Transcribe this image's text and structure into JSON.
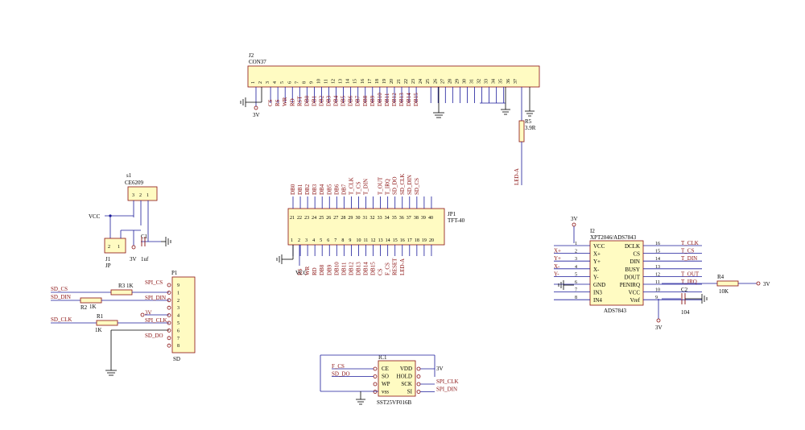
{
  "schematic": {
    "j2": {
      "ref": "J2",
      "type": "CON37",
      "pins": [
        "1",
        "2",
        "3",
        "4",
        "5",
        "6",
        "7",
        "8",
        "9",
        "10",
        "11",
        "12",
        "13",
        "14",
        "15",
        "16",
        "17",
        "18",
        "19",
        "20",
        "21",
        "22",
        "23",
        "24",
        "25",
        "26",
        "27",
        "28",
        "29",
        "30",
        "31",
        "32",
        "33",
        "34",
        "35",
        "36",
        "37"
      ],
      "signals": [
        "",
        "",
        "CS",
        "RS",
        "WR",
        "RD",
        "RST",
        "DB0",
        "DB1",
        "DB2",
        "DB3",
        "DB4",
        "DB5",
        "DB6",
        "DB7",
        "DB8",
        "DB9",
        "DB10",
        "DB11",
        "DB12",
        "DB13",
        "DB14",
        "DB15",
        "",
        "",
        "",
        "",
        "",
        "",
        "",
        "",
        "",
        "",
        "",
        "",
        "",
        ""
      ],
      "supply_3v": "3V"
    },
    "r5": {
      "ref": "R5",
      "value": "3.9R",
      "net": "LED-A"
    },
    "s1": {
      "ref": "s1",
      "type": "CE6209",
      "pins": [
        "3",
        "2",
        "1"
      ]
    },
    "j1": {
      "ref": "J1",
      "type": "JP",
      "pins": [
        "2",
        "1"
      ],
      "vcc": "VCC",
      "supply_3v": "3V"
    },
    "c1": {
      "ref": "C1",
      "value": "1uf"
    },
    "jp1": {
      "ref": "JP1",
      "type": "TFT-40",
      "top_pins": [
        "21",
        "22",
        "23",
        "24",
        "25",
        "26",
        "27",
        "28",
        "29",
        "30",
        "31",
        "32",
        "33",
        "34",
        "35",
        "36",
        "37",
        "38",
        "39",
        "40"
      ],
      "bottom_pins": [
        "1",
        "2",
        "3",
        "4",
        "5",
        "6",
        "7",
        "8",
        "9",
        "10",
        "11",
        "12",
        "13",
        "14",
        "15",
        "16",
        "17",
        "18",
        "19",
        "20"
      ],
      "top_signals": [
        "DB0",
        "DB1",
        "DB2",
        "DB3",
        "DB4",
        "DB5",
        "DB6",
        "DB7",
        "T_CLK",
        "T_CS",
        "T_DIN",
        "",
        "T_OUT",
        "T_IRQ",
        "SD_DO",
        "SD_CLK",
        "SD_DIN",
        "SD_CS",
        "",
        ""
      ],
      "bottom_signals": [
        "",
        "RS",
        "WR",
        "RD",
        "DB8",
        "DB9",
        "DB10",
        "DB11",
        "DB12",
        "DB13",
        "DB14",
        "DB15",
        "CS",
        "F_CS",
        "RESET",
        "LED-A",
        "",
        "",
        "",
        ""
      ],
      "vcc": "VCC"
    },
    "i2": {
      "ref": "I2",
      "type": "XPT2046/ADS7843",
      "footer": "ADS7843",
      "supply_3v": "3V",
      "left_pins": [
        {
          "num": "1",
          "name": "VCC",
          "net": ""
        },
        {
          "num": "2",
          "name": "X+",
          "net": "X+"
        },
        {
          "num": "3",
          "name": "Y+",
          "net": "Y+"
        },
        {
          "num": "4",
          "name": "X-",
          "net": "X-"
        },
        {
          "num": "5",
          "name": "Y-",
          "net": "Y-"
        },
        {
          "num": "6",
          "name": "GND",
          "net": ""
        },
        {
          "num": "7",
          "name": "IN3",
          "net": ""
        },
        {
          "num": "8",
          "name": "IN4",
          "net": ""
        }
      ],
      "right_pins": [
        {
          "num": "16",
          "name": "DCLK",
          "net": "T_CLK"
        },
        {
          "num": "15",
          "name": "CS",
          "net": "T_CS"
        },
        {
          "num": "14",
          "name": "DIN",
          "net": "T_DIN"
        },
        {
          "num": "13",
          "name": "BUSY",
          "net": ""
        },
        {
          "num": "12",
          "name": "DOUT",
          "net": "T_OUT"
        },
        {
          "num": "11",
          "name": "PENIRQ",
          "net": "T_IRQ"
        },
        {
          "num": "10",
          "name": "VCC",
          "net": ""
        },
        {
          "num": "9",
          "name": "Vref",
          "net": ""
        }
      ],
      "bottom_supply": "3V"
    },
    "c2": {
      "ref": "C2",
      "value": "104"
    },
    "r4": {
      "ref": "R4",
      "value": "10K",
      "supply": "3V"
    },
    "p1": {
      "ref": "P1",
      "footer": "SD",
      "pins": [
        "9",
        "1",
        "2",
        "3",
        "4",
        "5",
        "6",
        "7",
        "8"
      ],
      "nets": [
        "SPI_CS",
        "",
        "SPI_DIN",
        "",
        "3V",
        "SPI_CLK",
        "",
        "SD_DO",
        ""
      ]
    },
    "sd_inputs": {
      "sd_cs": "SD_CS",
      "sd_din": "SD_DIN",
      "sd_clk": "SD_CLK",
      "r1": {
        "ref": "R1",
        "value": "1K"
      },
      "r2": {
        "ref": "R2",
        "value": "1K"
      },
      "r3": {
        "ref": "R3",
        "value": "1K"
      }
    },
    "ic1": {
      "ref": "IC1",
      "type": "SST25VF016B",
      "left_pins": [
        "CE",
        "SO",
        "WP",
        "vss"
      ],
      "right_pins": [
        "VDD",
        "HOLD",
        "SCK",
        "SI"
      ],
      "left_nets": [
        "F_CS",
        "SD_DO",
        "",
        ""
      ],
      "right_nets": [
        "3V",
        "",
        "SPI_CLK",
        "SPI_DIN"
      ]
    }
  }
}
